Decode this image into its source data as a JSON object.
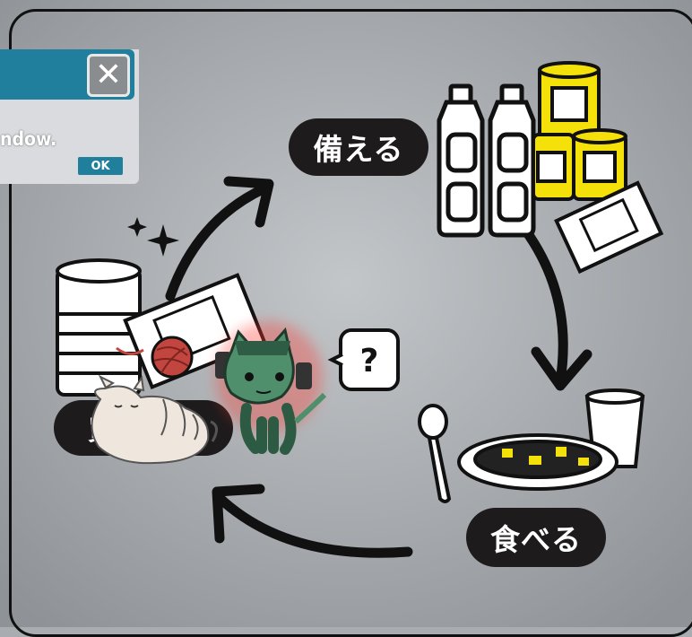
{
  "cycle": {
    "step_prepare": "備える",
    "step_eat": "食べる",
    "step_restock": "買い足す"
  },
  "dialog": {
    "message": "ndow.",
    "ok_label": "OK",
    "close_symbol": "✕"
  },
  "speech_bubble": {
    "text": "?"
  },
  "colors": {
    "background": "#a9adb1",
    "pill": "#1e1b1c",
    "dialog_bar": "#1f7f9c",
    "can_yellow": "#f5e10a",
    "zombie_cat": "#4f8f6c"
  }
}
